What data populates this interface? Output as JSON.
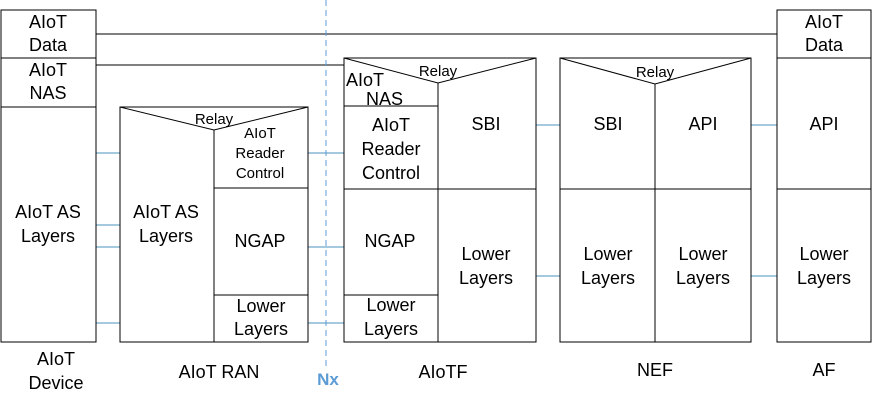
{
  "colors": {
    "connector": "#6ea6c9",
    "nx_label": "#5b9bd5",
    "nx_line": "#5b9bd5"
  },
  "device": {
    "data": [
      "AIoT",
      "Data"
    ],
    "nas": [
      "AIoT",
      "NAS"
    ],
    "as_layers": [
      "AIoT AS",
      "Layers"
    ],
    "caption": [
      "AIoT",
      "Device"
    ]
  },
  "ran": {
    "relay": "Relay",
    "as_layers": [
      "AIoT AS",
      "Layers"
    ],
    "reader_control": [
      "AIoT",
      "Reader",
      "Control"
    ],
    "ngap": "NGAP",
    "lower": [
      "Lower",
      "Layers"
    ],
    "caption": "AIoT RAN"
  },
  "interface": {
    "label": "Nx"
  },
  "aiotf": {
    "relay": "Relay",
    "nas": [
      "AIoT",
      "NAS"
    ],
    "reader_control": [
      "AIoT",
      "Reader",
      "Control"
    ],
    "ngap": "NGAP",
    "lower_left": [
      "Lower",
      "Layers"
    ],
    "sbi": "SBI",
    "lower_right": [
      "Lower",
      "Layers"
    ],
    "caption": "AIoTF"
  },
  "nef": {
    "relay": "Relay",
    "sbi": "SBI",
    "api": "API",
    "lower_left": [
      "Lower",
      "Layers"
    ],
    "lower_right": [
      "Lower",
      "Layers"
    ],
    "caption": "NEF"
  },
  "af": {
    "data": [
      "AIoT",
      "Data"
    ],
    "api": "API",
    "lower": [
      "Lower",
      "Layers"
    ],
    "caption": "AF"
  }
}
